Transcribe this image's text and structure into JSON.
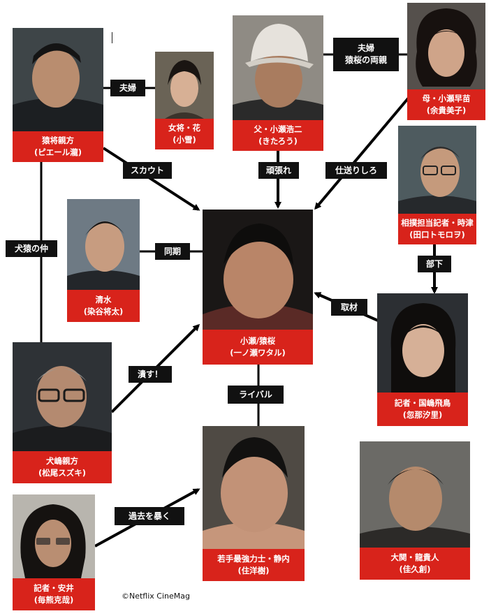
{
  "characters": {
    "saruma_oyakata": {
      "line1": "猿将親方",
      "line2": "(ピエール瀧)"
    },
    "okami_hana": {
      "line1": "女将・花",
      "line2": "(小雪)"
    },
    "father_kose": {
      "line1": "父・小瀬浩二",
      "line2": "(きたろう)"
    },
    "mother_kose": {
      "line1": "母・小瀬早苗",
      "line2": "(余貴美子)"
    },
    "tokitsu": {
      "line1": "相撲担当記者・時津",
      "line2": "(田口トモロヲ)"
    },
    "shimizu": {
      "line1": "清水",
      "line2": "(染谷将太)"
    },
    "kose_enou": {
      "line1": "小瀬/猿桜",
      "line2": "(一ノ瀬ワタル)"
    },
    "kunisaki": {
      "line1": "記者・国嶋飛鳥",
      "line2": "(忽那汐里)"
    },
    "inujima": {
      "line1": "犬嶋親方",
      "line2": "(松尾スズキ)"
    },
    "shizuuchi": {
      "line1": "若手最強力士・静内",
      "line2": "(住洋樹)"
    },
    "ryugi": {
      "line1": "大関・龍貴人",
      "line2": "(佳久創)"
    },
    "yasui": {
      "line1": "記者・安井",
      "line2": "(毎熊克哉)"
    }
  },
  "relations": {
    "fufu_left": "夫婦",
    "fufu_right_line1": "夫婦",
    "fufu_right_line2": "猿桜の両親",
    "scout": "スカウト",
    "ganbare": "頑張れ",
    "shiokuri": "仕送りしろ",
    "inuzaru": "犬猿の仲",
    "douki": "同期",
    "buka": "部下",
    "shuzai": "取材",
    "tsubusu": "潰す！",
    "rival": "ライバル",
    "kako": "過去を暴く"
  },
  "copyright": "©Netflix CineMag",
  "colors": {
    "caption_red": "#d8231b",
    "label_black": "#111111",
    "line_black": "#000000"
  }
}
